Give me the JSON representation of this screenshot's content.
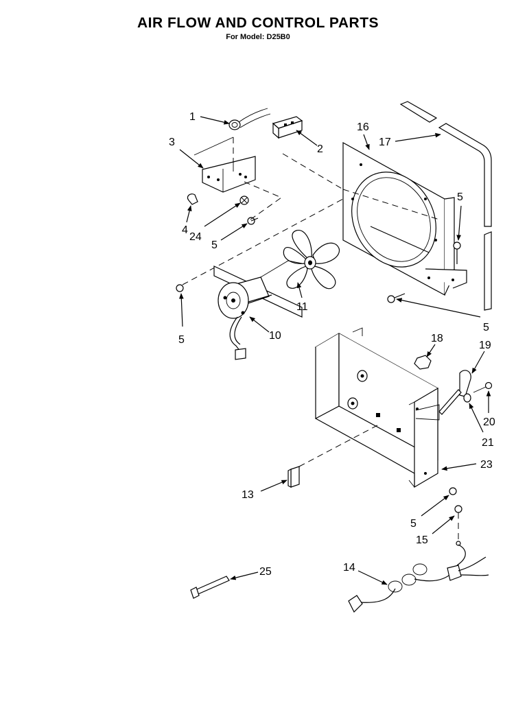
{
  "header": {
    "title": "AIR FLOW AND CONTROL PARTS",
    "subtitle": "For Model: D25B0"
  },
  "callouts": [
    {
      "id": "c1",
      "label": "1"
    },
    {
      "id": "c2",
      "label": "2"
    },
    {
      "id": "c3",
      "label": "3"
    },
    {
      "id": "c4",
      "label": "4"
    },
    {
      "id": "c24",
      "label": "24"
    },
    {
      "id": "c5a",
      "label": "5"
    },
    {
      "id": "c16",
      "label": "16"
    },
    {
      "id": "c17",
      "label": "17"
    },
    {
      "id": "c5b",
      "label": "5"
    },
    {
      "id": "c11",
      "label": "11"
    },
    {
      "id": "c5c",
      "label": "5"
    },
    {
      "id": "c10",
      "label": "10"
    },
    {
      "id": "c5d",
      "label": "5"
    },
    {
      "id": "c18",
      "label": "18"
    },
    {
      "id": "c19",
      "label": "19"
    },
    {
      "id": "c20",
      "label": "20"
    },
    {
      "id": "c21",
      "label": "21"
    },
    {
      "id": "c23",
      "label": "23"
    },
    {
      "id": "c13",
      "label": "13"
    },
    {
      "id": "c5e",
      "label": "5"
    },
    {
      "id": "c15",
      "label": "15"
    },
    {
      "id": "c14",
      "label": "14"
    },
    {
      "id": "c25",
      "label": "25"
    }
  ]
}
